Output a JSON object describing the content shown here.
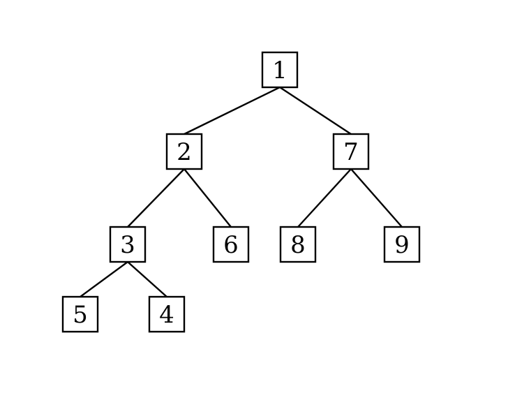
{
  "tree": {
    "nodes": [
      {
        "id": "n1",
        "label": "1"
      },
      {
        "id": "n2",
        "label": "2"
      },
      {
        "id": "n7",
        "label": "7"
      },
      {
        "id": "n3",
        "label": "3"
      },
      {
        "id": "n6",
        "label": "6"
      },
      {
        "id": "n8",
        "label": "8"
      },
      {
        "id": "n9",
        "label": "9"
      },
      {
        "id": "n5",
        "label": "5"
      },
      {
        "id": "n4",
        "label": "4"
      }
    ],
    "edges": [
      {
        "from": "n1",
        "to": "n2"
      },
      {
        "from": "n1",
        "to": "n7"
      },
      {
        "from": "n2",
        "to": "n3"
      },
      {
        "from": "n2",
        "to": "n6"
      },
      {
        "from": "n7",
        "to": "n8"
      },
      {
        "from": "n7",
        "to": "n9"
      },
      {
        "from": "n3",
        "to": "n5"
      },
      {
        "from": "n3",
        "to": "n4"
      }
    ]
  },
  "colors": {
    "stroke": "#000000",
    "fill": "#ffffff",
    "text": "#000000"
  }
}
